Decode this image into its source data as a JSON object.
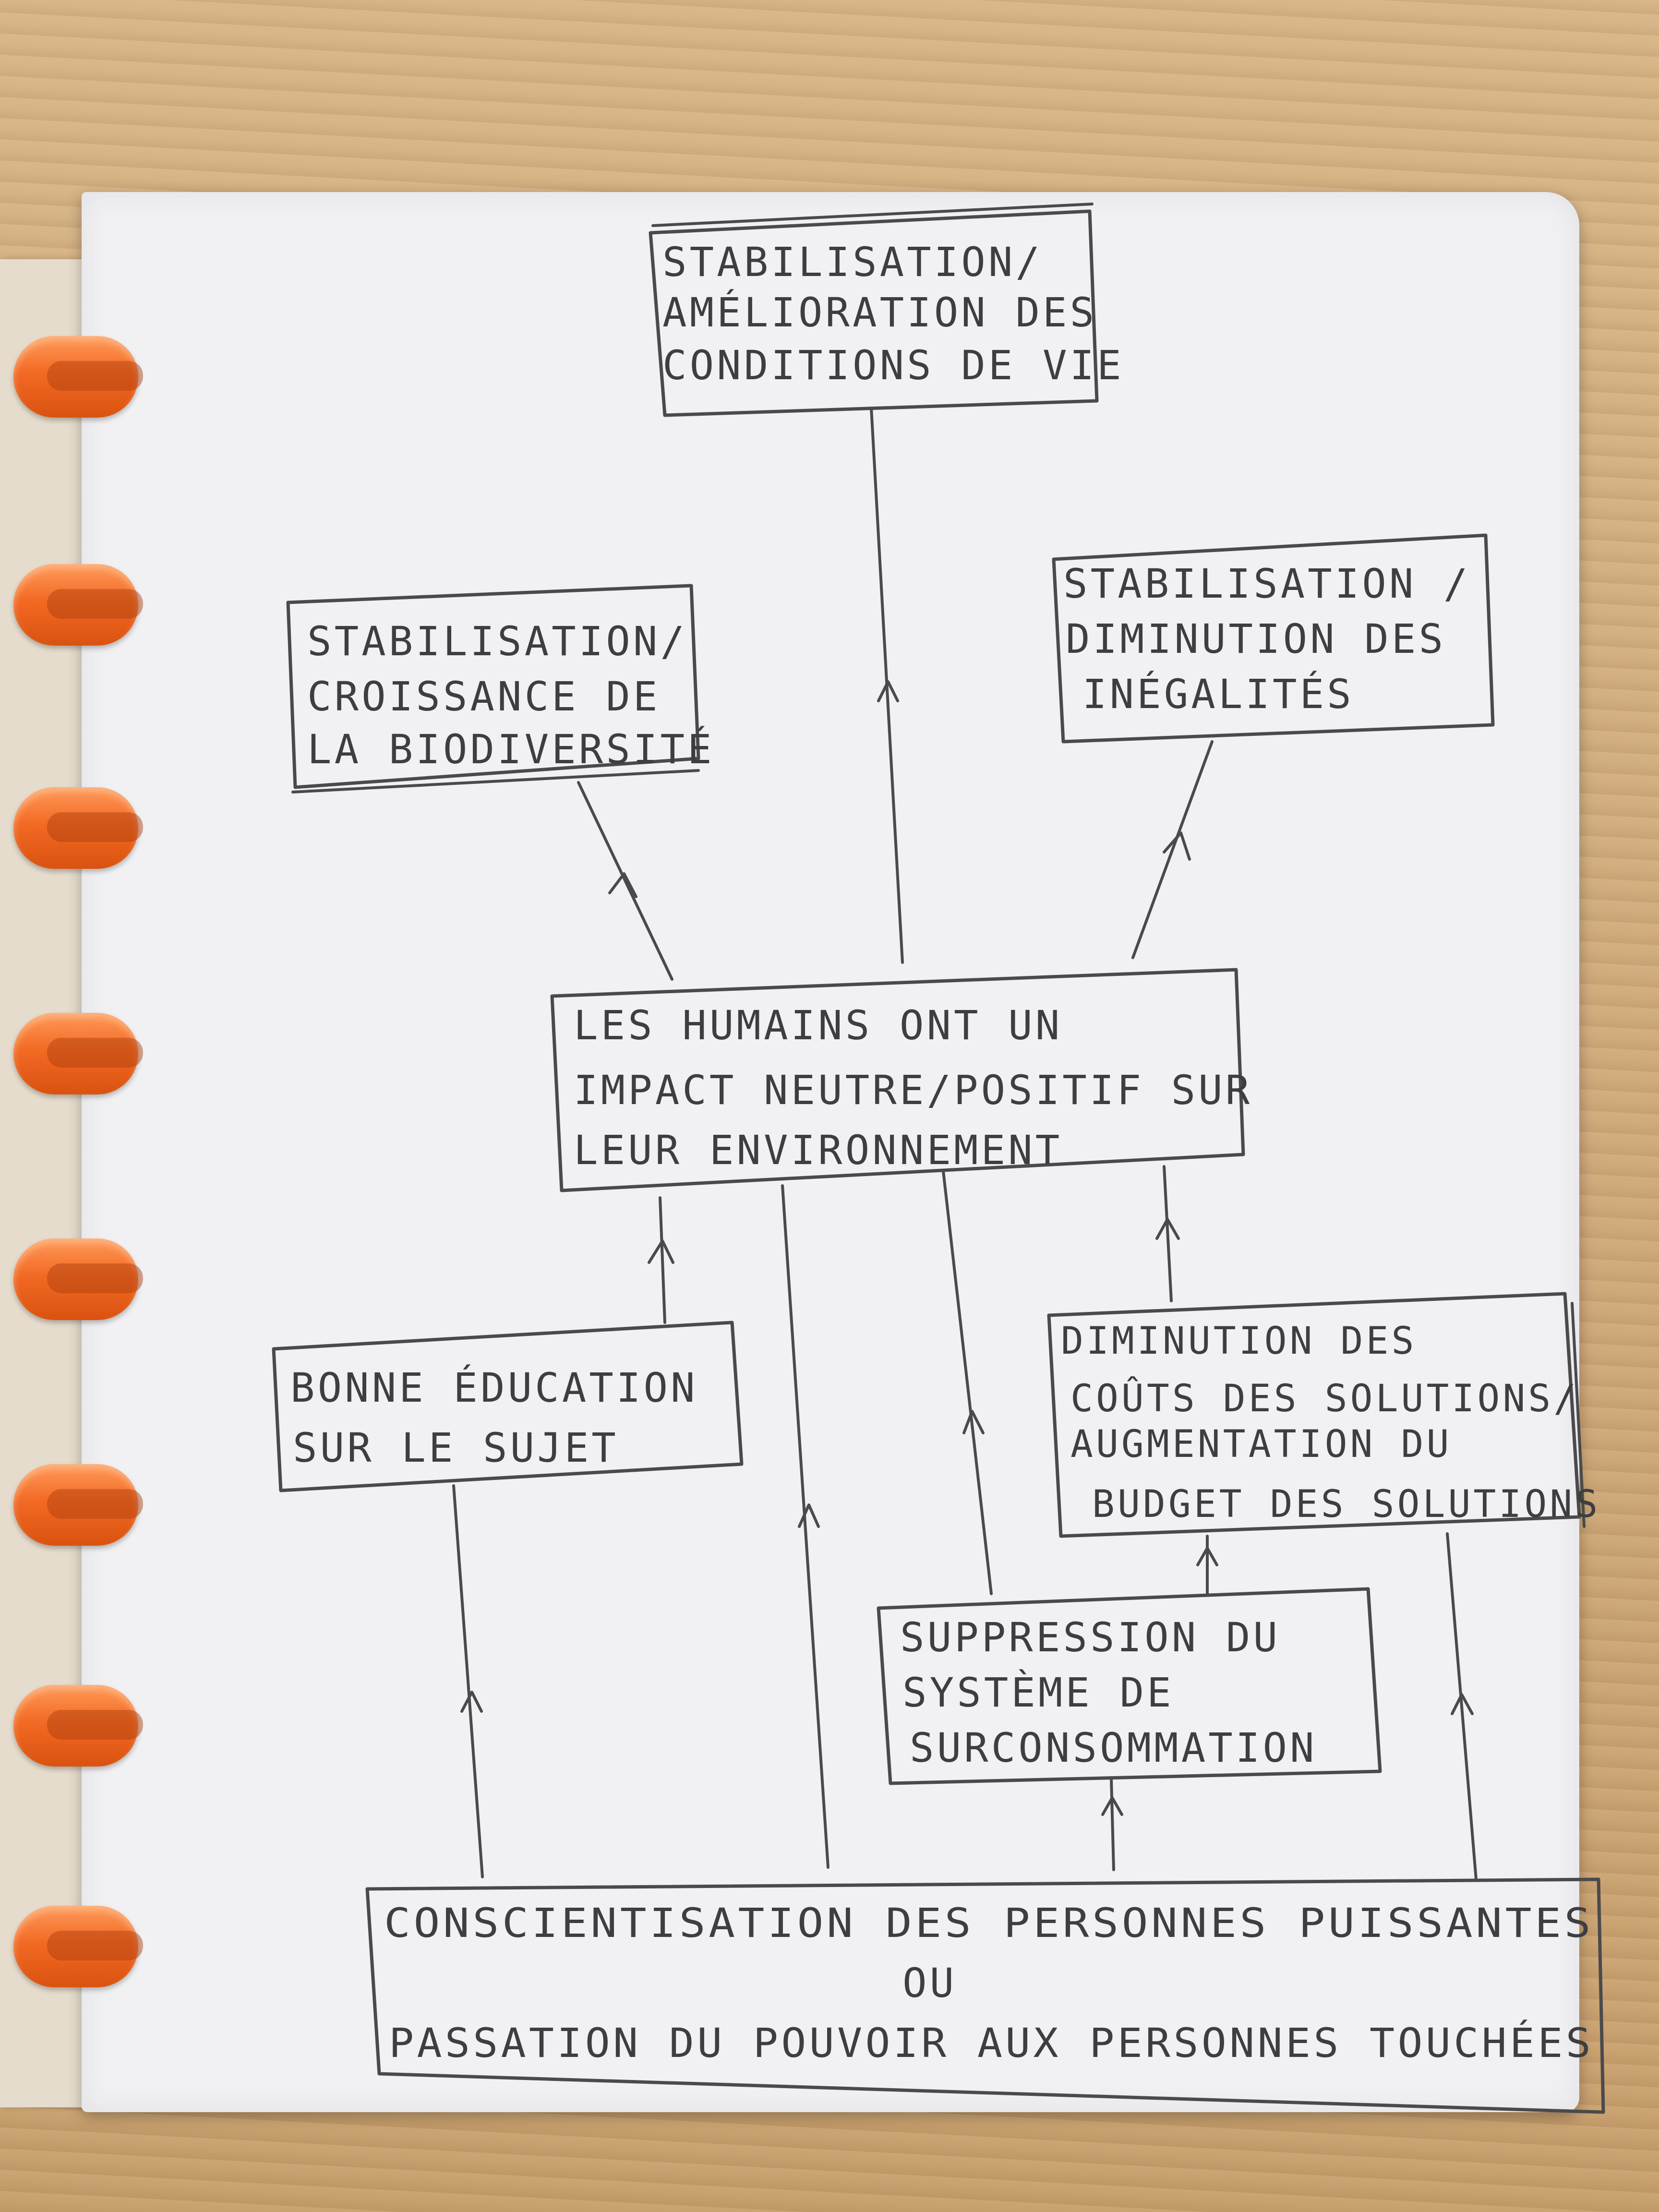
{
  "nodes": {
    "top": {
      "lines": [
        "STABILISATION/",
        "AMÉLIORATION DES",
        "CONDITIONS DE VIE"
      ]
    },
    "left": {
      "lines": [
        "STABILISATION/",
        "CROISSANCE DE",
        "LA BIODIVERSITÉ"
      ]
    },
    "right": {
      "lines": [
        "STABILISATION /",
        "DIMINUTION DES",
        "INÉGALITÉS"
      ]
    },
    "center": {
      "lines": [
        "LES HUMAINS ONT UN",
        "IMPACT NEUTRE/POSITIF SUR",
        "LEUR ENVIRONNEMENT"
      ]
    },
    "education": {
      "lines": [
        "BONNE ÉDUCATION",
        "SUR LE SUJET"
      ]
    },
    "costs": {
      "lines": [
        "DIMINUTION DES",
        "COÛTS DES SOLUTIONS/",
        "AUGMENTATION DU",
        "BUDGET DES SOLUTIONS"
      ]
    },
    "suppression": {
      "lines": [
        "SUPPRESSION DU",
        "SYSTÈME DE",
        "SURCONSOMMATION"
      ]
    },
    "bottom": {
      "lines": [
        "CONSCIENTISATION DES PERSONNES PUISSANTES",
        "OU",
        "PASSATION DU POUVOIR AUX PERSONNES TOUCHÉES"
      ]
    }
  }
}
